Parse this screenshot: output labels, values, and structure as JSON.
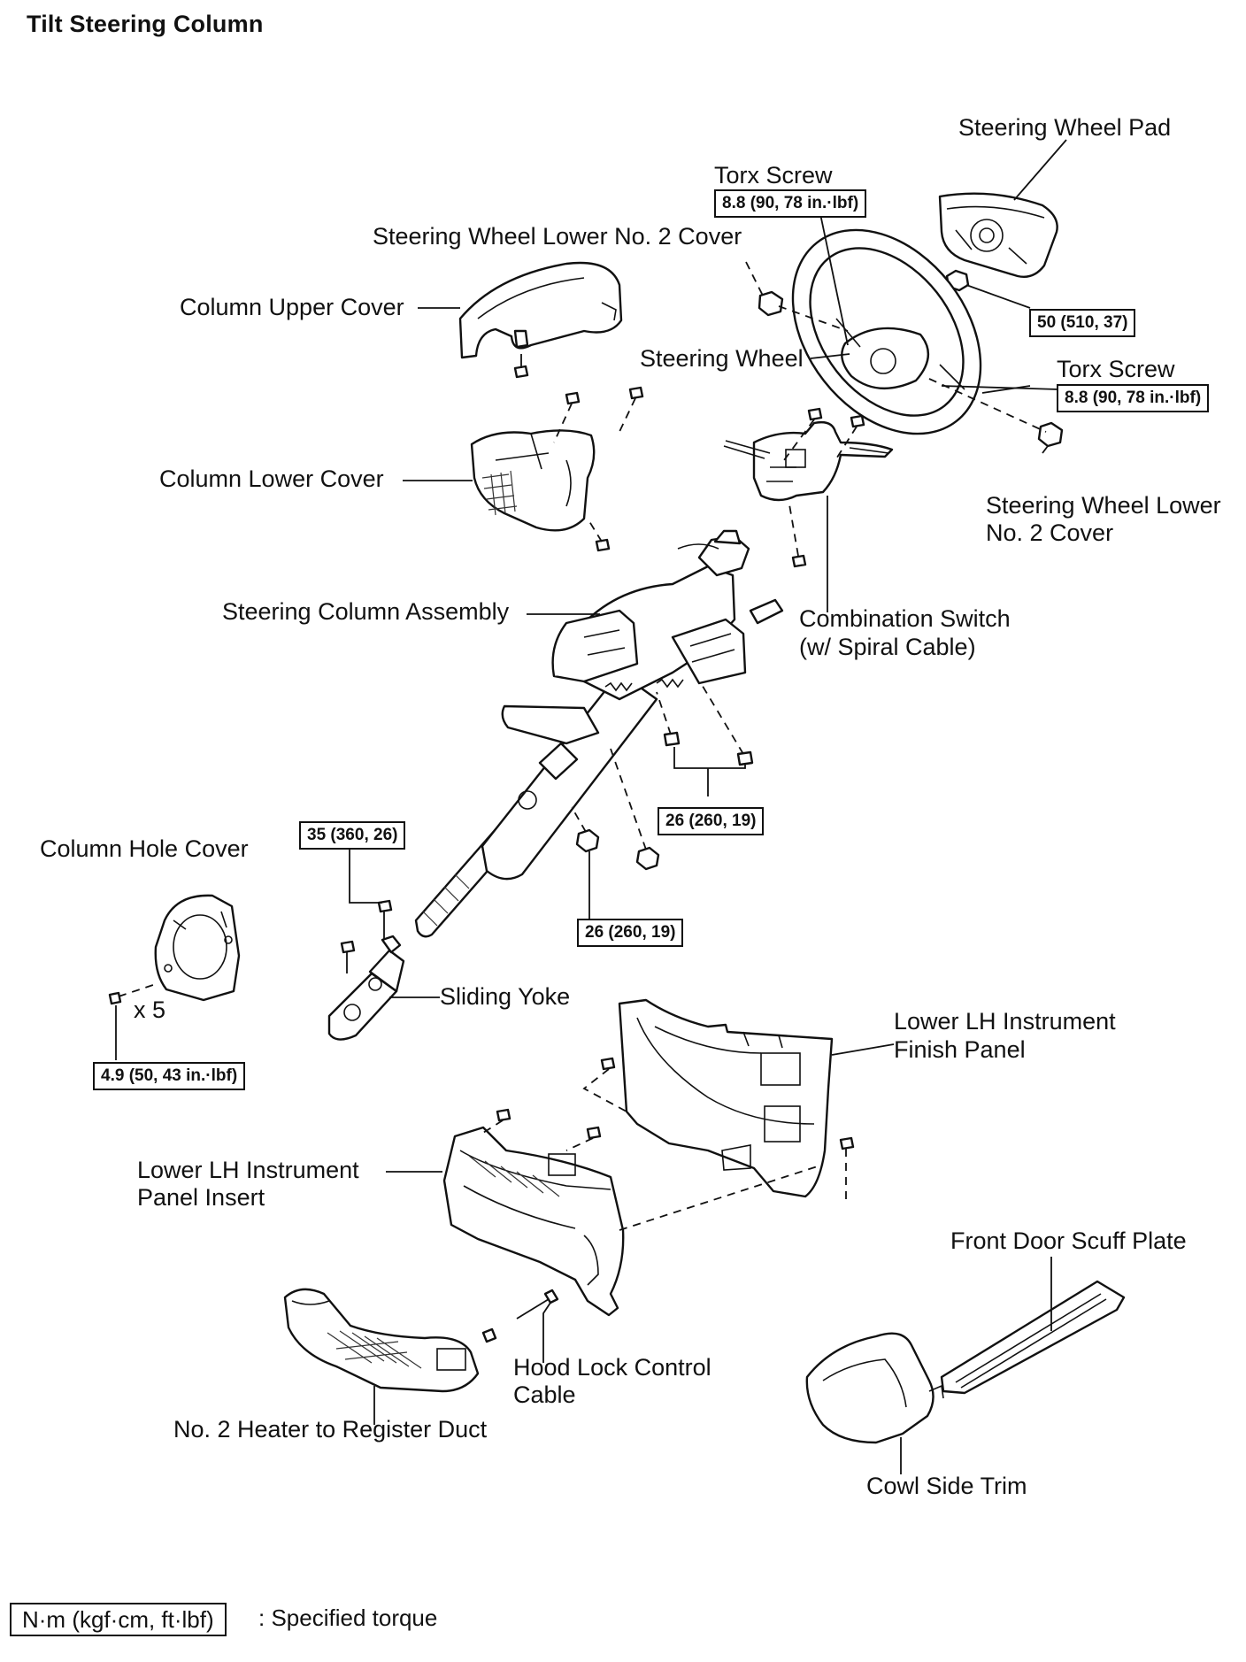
{
  "title": "Tilt Steering Column",
  "labels": {
    "steering_wheel_pad": "Steering Wheel Pad",
    "torx_screw_top": "Torx Screw",
    "steering_wheel_lower_no2_cover_top": "Steering Wheel Lower No. 2 Cover",
    "column_upper_cover": "Column Upper Cover",
    "steering_wheel": "Steering Wheel",
    "torx_screw_right": "Torx Screw",
    "column_lower_cover": "Column Lower Cover",
    "steering_wheel_lower_no2_cover_right_line1": "Steering Wheel Lower",
    "steering_wheel_lower_no2_cover_right_line2": "No. 2 Cover",
    "steering_column_assembly": "Steering Column Assembly",
    "combination_switch_line1": "Combination Switch",
    "combination_switch_line2": "(w/ Spiral Cable)",
    "column_hole_cover": "Column Hole Cover",
    "times_five": "x 5",
    "sliding_yoke": "Sliding Yoke",
    "lower_lh_finish_panel_line1": "Lower LH Instrument",
    "lower_lh_finish_panel_line2": "Finish Panel",
    "lower_lh_panel_insert_line1": "Lower  LH  Instrument",
    "lower_lh_panel_insert_line2": "Panel Insert",
    "front_door_scuff_plate": "Front Door Scuff Plate",
    "hood_lock_control_cable_line1": "Hood  Lock  Control",
    "hood_lock_control_cable_line2": "Cable",
    "heater_register_duct": "No. 2 Heater to Register Duct",
    "cowl_side_trim": "Cowl Side Trim"
  },
  "torque_specs": {
    "torx_top": "8.8 (90, 78 in.·lbf)",
    "pad_nut": "50 (510, 37)",
    "torx_right": "8.8 (90, 78 in.·lbf)",
    "column_bolts": "26 (260, 19)",
    "yoke_bolts": "35 (360, 26)",
    "column_nuts": "26 (260, 19)",
    "hole_cover_screws": "4.9 (50, 43 in.·lbf)"
  },
  "legend": {
    "unit_box": "N·m (kgf·cm, ft·lbf)",
    "description": ": Specified torque"
  }
}
